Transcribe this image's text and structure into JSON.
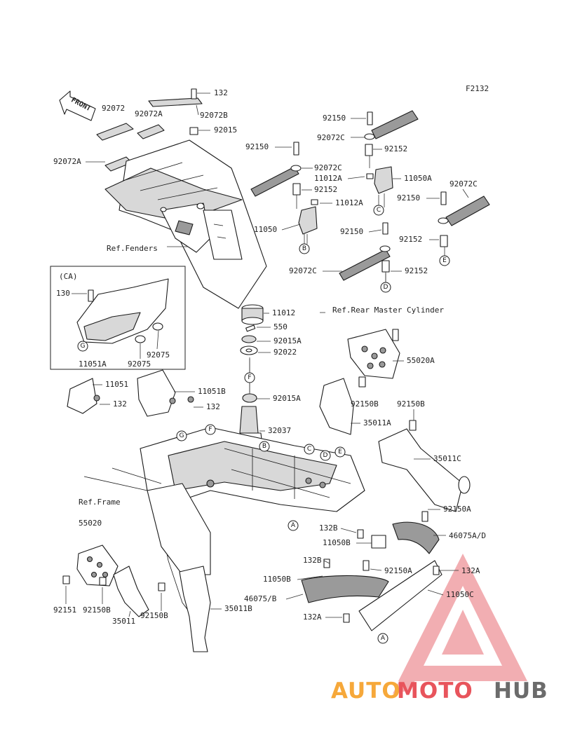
{
  "figure_code": "F2132",
  "front_arrow": "FRONT",
  "refs": {
    "fenders": "Ref.Fenders",
    "rear_master_cylinder": "Ref.Rear Master Cylinder",
    "frame": "Ref.Frame",
    "ca": "(CA)"
  },
  "labels": [
    {
      "id": "132-top",
      "text": "132"
    },
    {
      "id": "92072",
      "text": "92072"
    },
    {
      "id": "92072a-1",
      "text": "92072A"
    },
    {
      "id": "92072b",
      "text": "92072B"
    },
    {
      "id": "92015",
      "text": "92015"
    },
    {
      "id": "92072a-2",
      "text": "92072A"
    },
    {
      "id": "92150-a",
      "text": "92150"
    },
    {
      "id": "92072c-a",
      "text": "92072C"
    },
    {
      "id": "92152-a",
      "text": "92152"
    },
    {
      "id": "92150-b",
      "text": "92150"
    },
    {
      "id": "92072c-b",
      "text": "92072C"
    },
    {
      "id": "11012a-a",
      "text": "11012A"
    },
    {
      "id": "11050a",
      "text": "11050A"
    },
    {
      "id": "92152-b",
      "text": "92152"
    },
    {
      "id": "11012a-b",
      "text": "11012A"
    },
    {
      "id": "92072c-c",
      "text": "92072C"
    },
    {
      "id": "92150-c",
      "text": "92150"
    },
    {
      "id": "11050",
      "text": "11050"
    },
    {
      "id": "92150-d",
      "text": "92150"
    },
    {
      "id": "92152-c",
      "text": "92152"
    },
    {
      "id": "92072c-d",
      "text": "92072C"
    },
    {
      "id": "92152-d",
      "text": "92152"
    },
    {
      "id": "130",
      "text": "130"
    },
    {
      "id": "11012",
      "text": "11012"
    },
    {
      "id": "550",
      "text": "550"
    },
    {
      "id": "92015a-a",
      "text": "92015A"
    },
    {
      "id": "92022",
      "text": "92022"
    },
    {
      "id": "92075-a",
      "text": "92075"
    },
    {
      "id": "92075-b",
      "text": "92075"
    },
    {
      "id": "11051a",
      "text": "11051A"
    },
    {
      "id": "55020a",
      "text": "55020A"
    },
    {
      "id": "11051",
      "text": "11051"
    },
    {
      "id": "11051b",
      "text": "11051B"
    },
    {
      "id": "92015a-b",
      "text": "92015A"
    },
    {
      "id": "132-a",
      "text": "132"
    },
    {
      "id": "132-b",
      "text": "132"
    },
    {
      "id": "92150b-a",
      "text": "92150B"
    },
    {
      "id": "92150b-b",
      "text": "92150B"
    },
    {
      "id": "35011a",
      "text": "35011A"
    },
    {
      "id": "32037",
      "text": "32037"
    },
    {
      "id": "35011c",
      "text": "35011C"
    },
    {
      "id": "92150a-a",
      "text": "92150A"
    },
    {
      "id": "55020",
      "text": "55020"
    },
    {
      "id": "132b-a",
      "text": "132B"
    },
    {
      "id": "46075ad",
      "text": "46075A/D"
    },
    {
      "id": "11050b-a",
      "text": "11050B"
    },
    {
      "id": "132b-b",
      "text": "132B"
    },
    {
      "id": "92150a-b",
      "text": "92150A"
    },
    {
      "id": "132a-a",
      "text": "132A"
    },
    {
      "id": "11050b-b",
      "text": "11050B"
    },
    {
      "id": "46075b",
      "text": "46075/B"
    },
    {
      "id": "11050c",
      "text": "11050C"
    },
    {
      "id": "132a-b",
      "text": "132A"
    },
    {
      "id": "92151",
      "text": "92151"
    },
    {
      "id": "92150b-c",
      "text": "92150B"
    },
    {
      "id": "92150b-d",
      "text": "92150B"
    },
    {
      "id": "35011",
      "text": "35011"
    },
    {
      "id": "35011b",
      "text": "35011B"
    }
  ],
  "callouts": {
    "a1": "A",
    "a2": "A",
    "b1": "B",
    "b2": "B",
    "c1": "C",
    "c2": "C",
    "d1": "D",
    "d2": "D",
    "e1": "E",
    "e2": "E",
    "f1": "F",
    "f2": "F",
    "g1": "G",
    "g2": "G"
  },
  "watermark": {
    "part1": "AUTO",
    "part2": "MOTO",
    "part3": "HUB",
    "color_orange": "#f6a83a",
    "color_red": "#e8545c",
    "color_grey": "#6b6b6b"
  }
}
